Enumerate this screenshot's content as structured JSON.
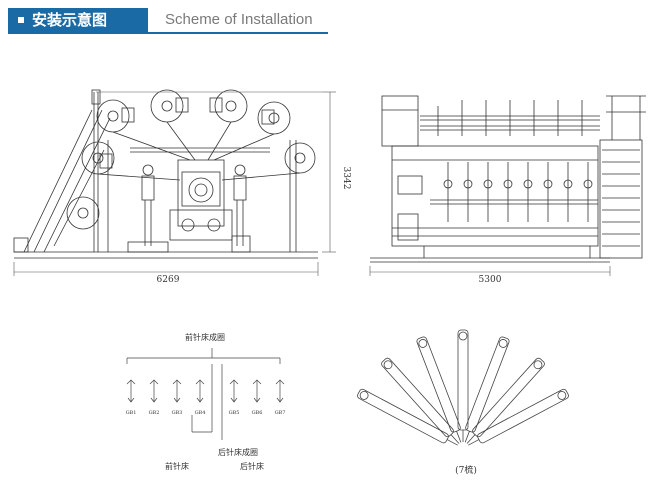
{
  "header": {
    "title": "安装示意图",
    "subtitle": "Scheme of Installation",
    "accent_color": "#1a6aa6"
  },
  "side_view": {
    "width_dim": "6269",
    "height_dim": "3342"
  },
  "front_view": {
    "width_dim": "5300"
  },
  "bar_diagram": {
    "top_label": "前针床成圈",
    "bar_labels": [
      "GB1",
      "GB2",
      "GB3",
      "GB4",
      "GB5",
      "GB6",
      "GB7"
    ],
    "back_label": "后针床成圈",
    "front_bed_label": "前针床",
    "back_bed_label": "后针床"
  },
  "fan_diagram": {
    "caption": "(7梳)"
  }
}
